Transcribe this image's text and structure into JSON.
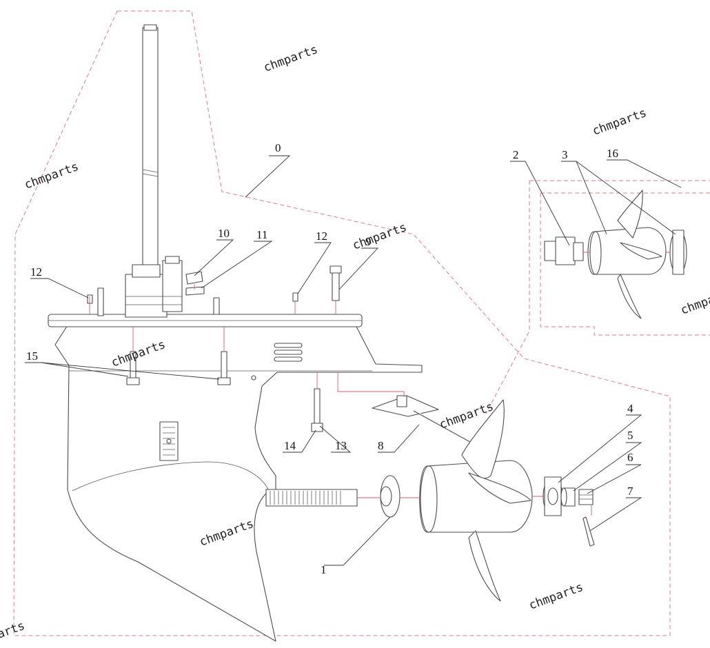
{
  "watermark_text": "chmparts",
  "callouts": {
    "c0": "0",
    "c1": "1",
    "c2": "2",
    "c3": "3",
    "c4": "4",
    "c5": "5",
    "c6": "6",
    "c7": "7",
    "c8": "8",
    "c9": "9",
    "c10": "10",
    "c11": "11",
    "c12a": "12",
    "c12b": "12",
    "c13": "13",
    "c14": "14",
    "c15": "15",
    "c16": "16"
  },
  "colors": {
    "line": "#4a4a4a",
    "boundary_dash": "#e27a8a",
    "assembly_axis": "#e05a6a",
    "text": "#111111"
  }
}
